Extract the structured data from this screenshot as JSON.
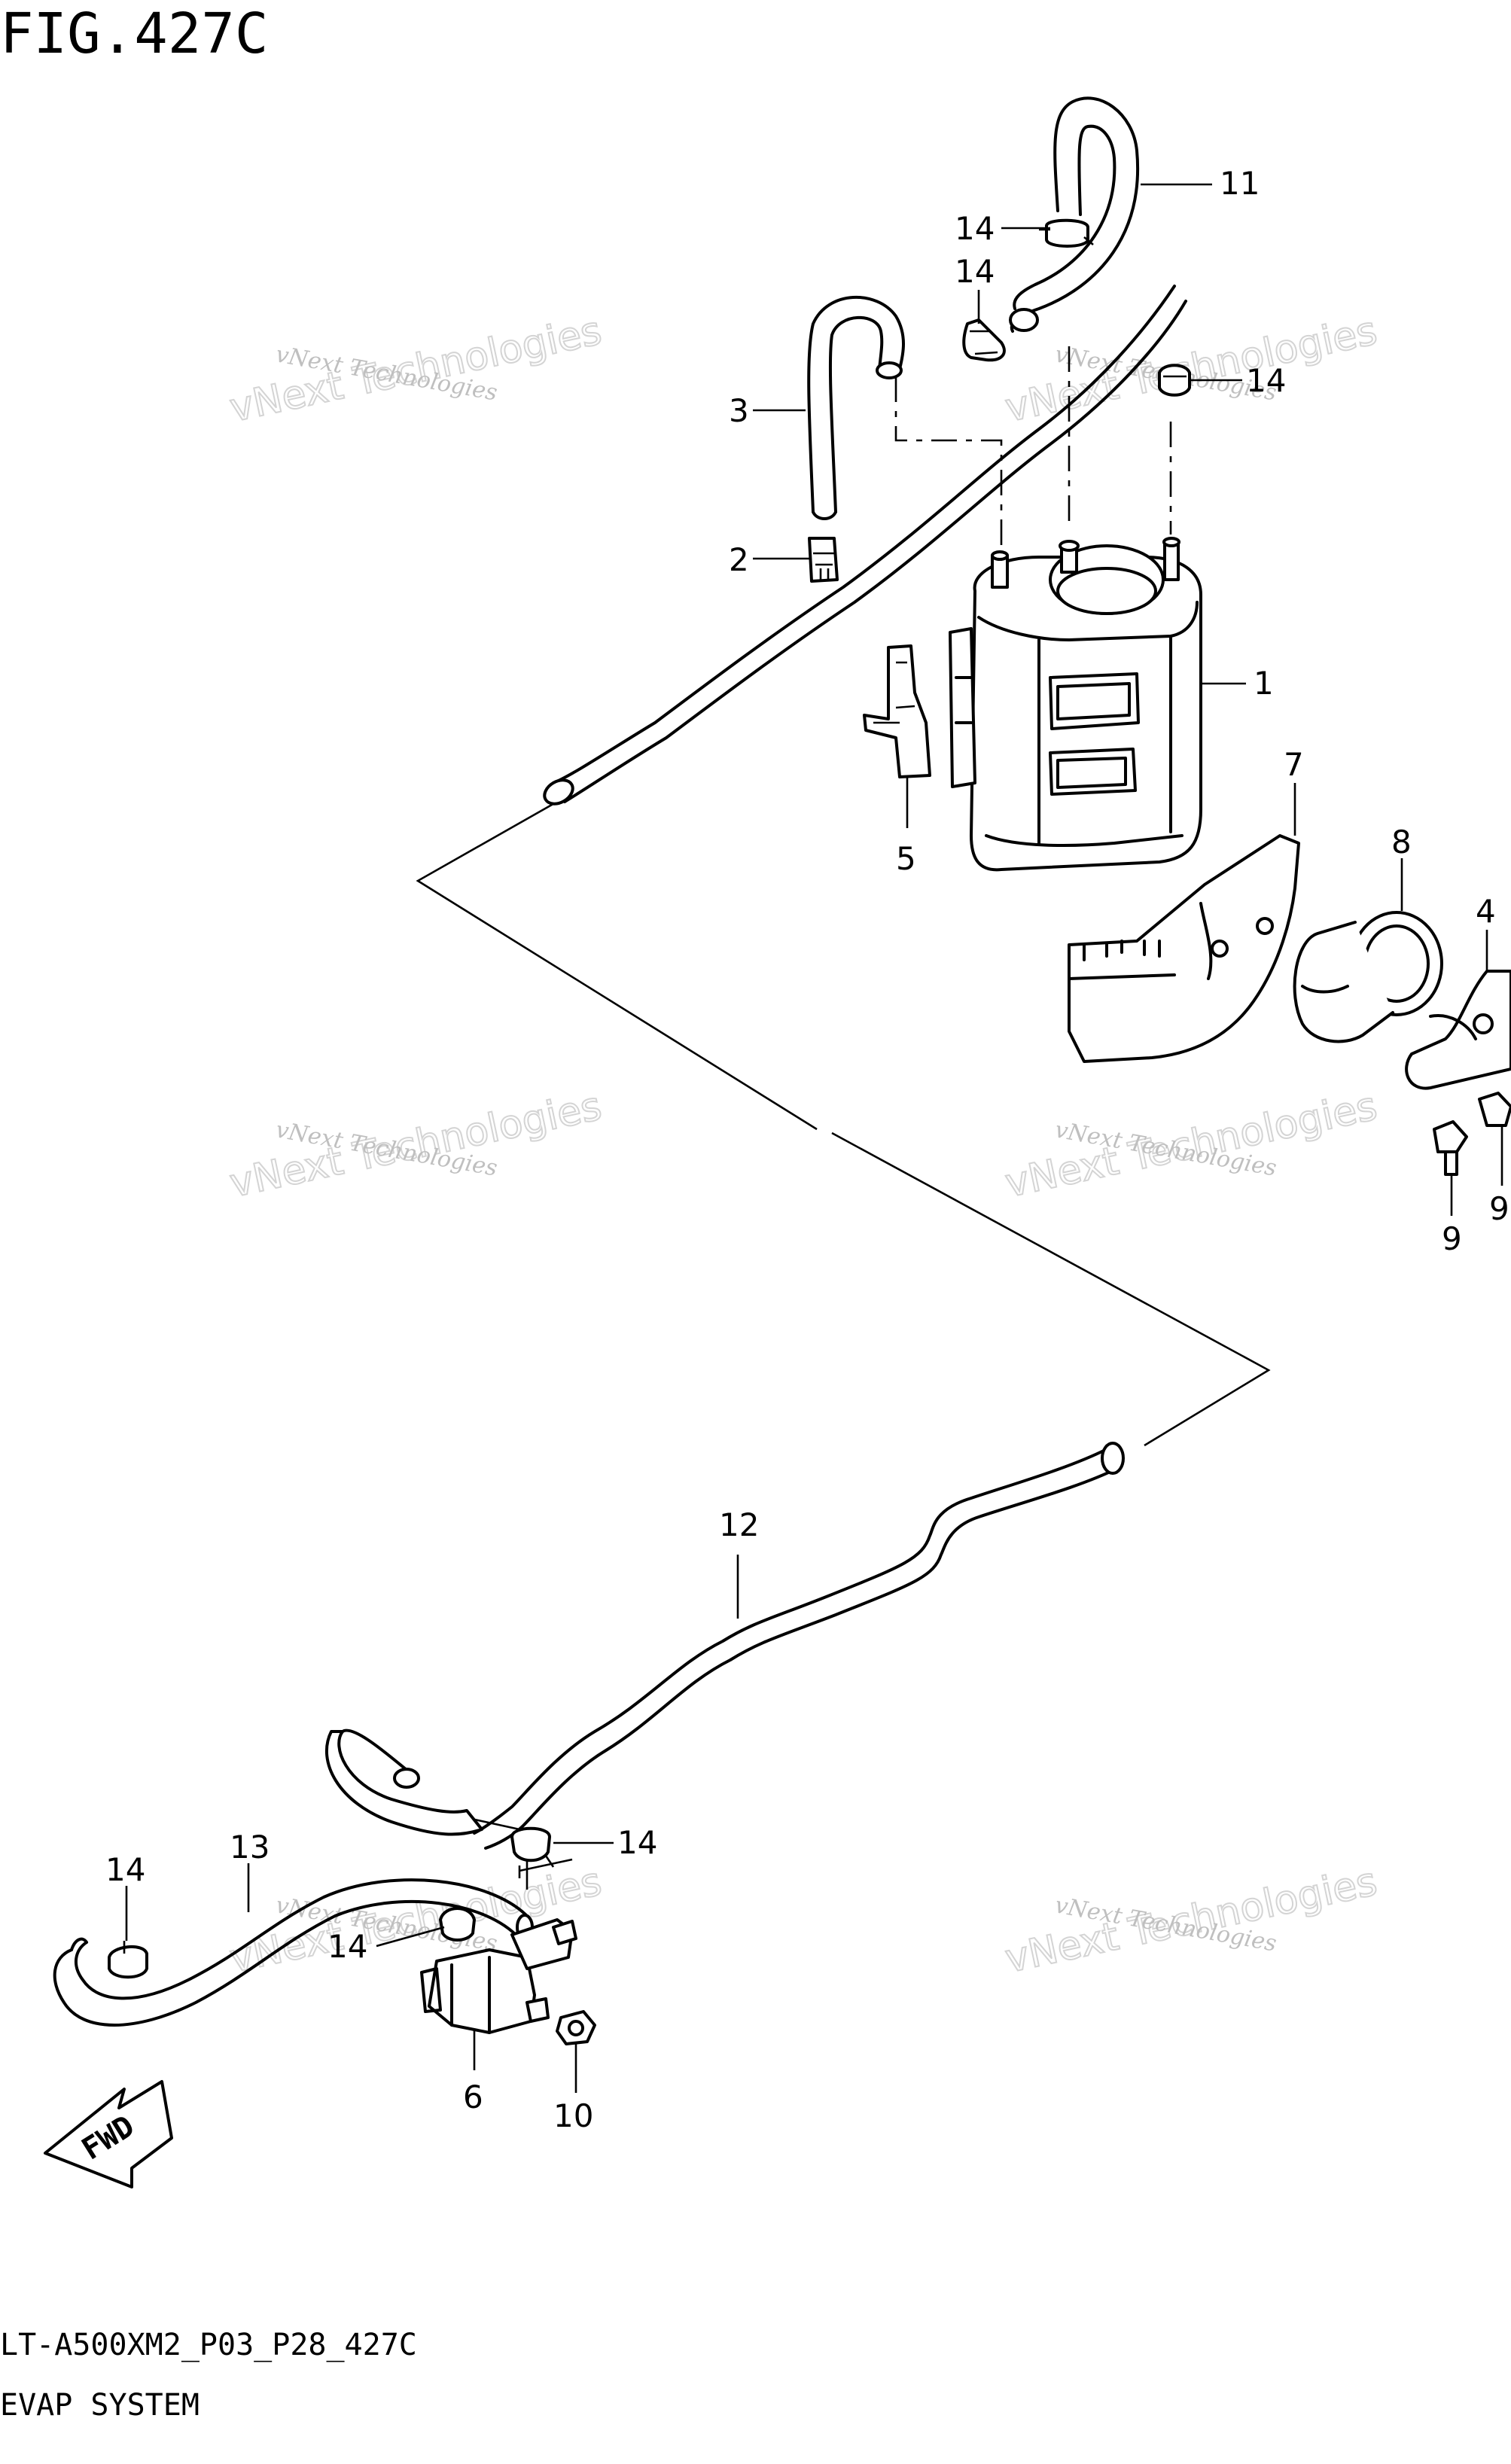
{
  "figure": {
    "title": "FIG.427C",
    "model_code": "LT-A500XM2_P03_P28_427C",
    "system_name": "EVAP SYSTEM"
  },
  "watermark": {
    "line1": "vNext Technologies",
    "line2": "vNext Technologies",
    "overlay": "vNext"
  },
  "direction_marker": "FWD",
  "callouts": {
    "c1": "1",
    "c2": "2",
    "c3": "3",
    "c4": "4",
    "c5": "5",
    "c6": "6",
    "c7": "7",
    "c8": "8",
    "c9a": "9",
    "c9b": "9",
    "c10": "10",
    "c11": "11",
    "c12": "12",
    "c13": "13",
    "c14a": "14",
    "c14b": "14",
    "c14c": "14",
    "c14d": "14",
    "c14e": "14",
    "c14f": "14"
  }
}
